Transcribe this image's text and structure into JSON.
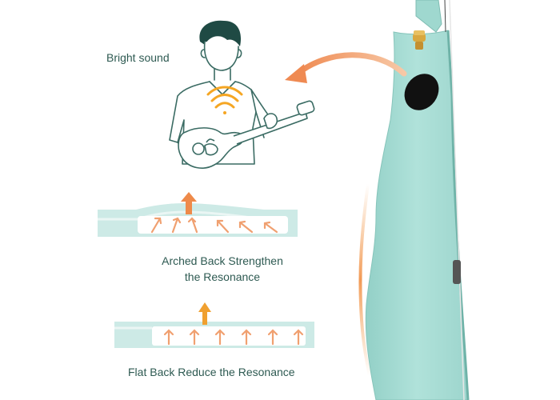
{
  "captions": {
    "bright": "Bright sound",
    "arched_line1": "Arched Back Strengthen",
    "arched_line2": "the Resonance",
    "flat": "Flat Back Reduce the Resonance"
  },
  "colors": {
    "text": "#2e5a52",
    "outline": "#3a6b63",
    "body_mint": "#a8ddd5",
    "profile_mint": "#cdeae6",
    "arrow_orange": "#f0a070",
    "arrow_strong": "#ee8a4a",
    "sound_wave": "#f5a623",
    "gold_hardware": "#d8a840",
    "soundhole": "#111111"
  },
  "icons": {
    "person": "person-playing-ukulele-icon",
    "waves": "sound-wave-icon",
    "curve_arrow": "curved-arrow-icon",
    "up_arrow": "up-arrow-icon",
    "diag_arrow": "diagonal-arrow-icon"
  }
}
